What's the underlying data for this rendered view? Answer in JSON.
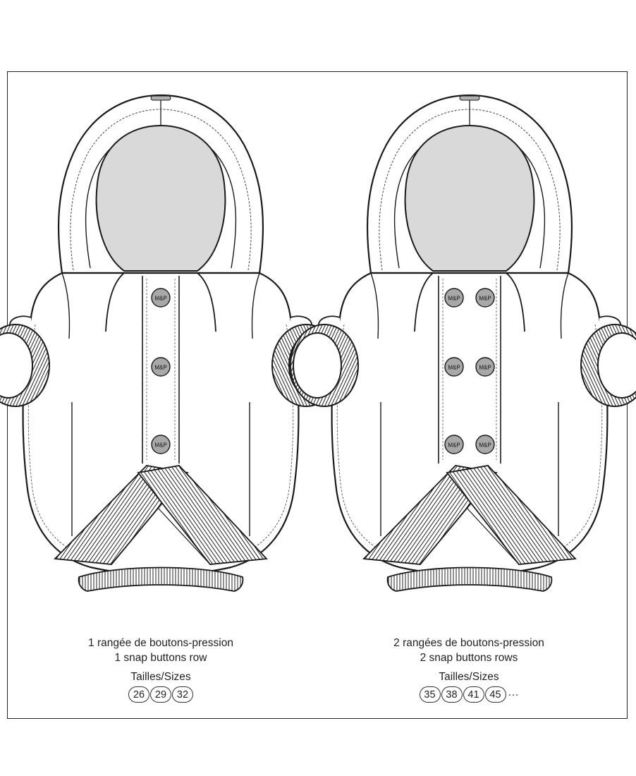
{
  "coat_left": {
    "line1": "1 rangée de boutons-pression",
    "line2": "1 snap buttons row",
    "sizes_label": "Tailles/Sizes",
    "sizes": [
      "26",
      "29",
      "32"
    ],
    "button_mark": "M&P",
    "button_rows": 1
  },
  "coat_right": {
    "line1": "2 rangées de boutons-pression",
    "line2": "2 snap buttons rows",
    "sizes_label": "Tailles/Sizes",
    "sizes": [
      "35",
      "38",
      "41",
      "45"
    ],
    "sizes_more": "···",
    "button_mark": "M&P",
    "button_rows": 2
  },
  "colors": {
    "stroke": "#1a1a1a",
    "hood_inner": "#d9d9d9",
    "button_fill": "#a8a8a8",
    "background": "#ffffff"
  }
}
